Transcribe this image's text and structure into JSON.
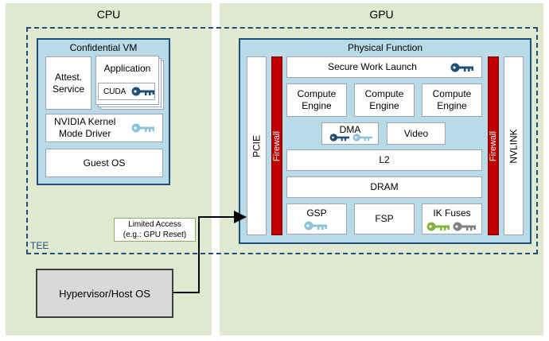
{
  "cpu": {
    "title": "CPU"
  },
  "gpu": {
    "title": "GPU"
  },
  "tee": {
    "label": "TEE"
  },
  "cvm": {
    "title": "Confidential VM",
    "attest": "Attest.\nService",
    "application": "Application",
    "cuda": "CUDA",
    "driver": "NVIDIA Kernel\nMode Driver",
    "guest_os": "Guest OS"
  },
  "pf": {
    "title": "Physical Function",
    "pcie": "PCIE",
    "firewall_left": "Firewall",
    "firewall_right": "Firewall",
    "nvlink": "NVLINK",
    "secure_work_launch": "Secure Work Launch",
    "compute_engine_1": "Compute\nEngine",
    "compute_engine_2": "Compute\nEngine",
    "compute_engine_3": "Compute\nEngine",
    "dma": "DMA",
    "video": "Video",
    "l2": "L2",
    "dram": "DRAM",
    "gsp": "GSP",
    "fsp": "FSP",
    "ik_fuses": "IK Fuses"
  },
  "limited_access": "Limited Access\n(e.g.: GPU Reset)",
  "hypervisor": "Hypervisor/Host OS",
  "colors": {
    "key_dark": "#1f4e79",
    "key_light": "#8fc3d9",
    "key_green": "#7fb33a",
    "key_gray": "#808080",
    "firewall": "#c00000"
  }
}
